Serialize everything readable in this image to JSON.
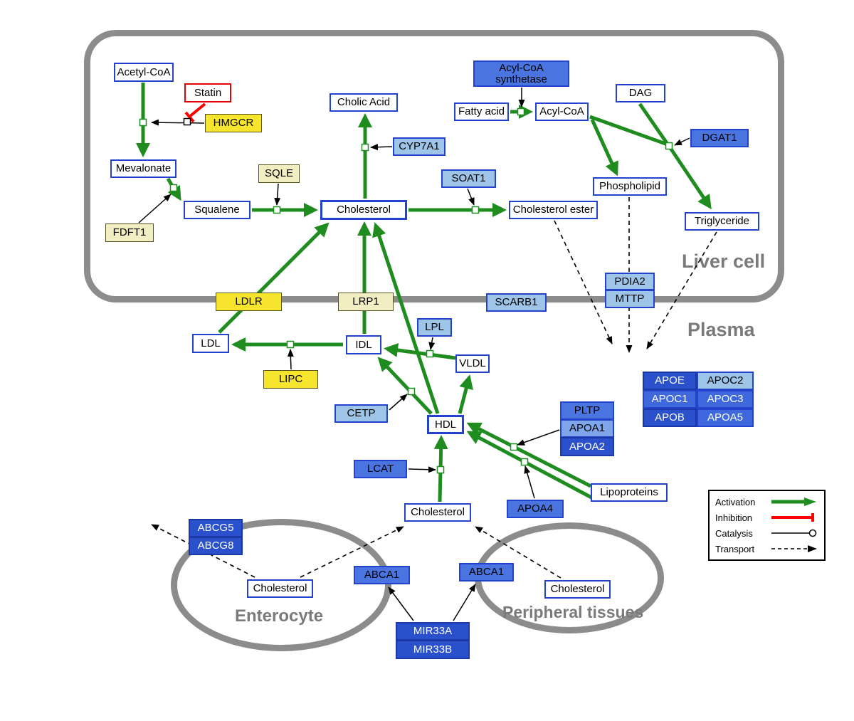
{
  "regions": {
    "liver_cell": "Liver cell",
    "plasma": "Plasma",
    "enterocyte": "Enterocyte",
    "peripheral_tissues": "Peripheral tissues"
  },
  "nodes": {
    "acetyl_coa": "Acetyl-CoA",
    "statin": "Statin",
    "hmgcr": "HMGCR",
    "mevalonate": "Mevalonate",
    "fdft1": "FDFT1",
    "squalene": "Squalene",
    "sqle": "SQLE",
    "cholesterol_liver": "Cholesterol",
    "cholic_acid": "Cholic Acid",
    "cyp7a1": "CYP7A1",
    "soat1": "SOAT1",
    "cholesterol_ester": "Cholesterol ester",
    "acyl_coa_synthetase": "Acyl-CoA synthetase",
    "fatty_acid": "Fatty acid",
    "acyl_coa": "Acyl-CoA",
    "dag": "DAG",
    "dgat1": "DGAT1",
    "phospholipid": "Phospholipid",
    "triglyceride": "Triglyceride",
    "pdia2": "PDIA2",
    "mttp": "MTTP",
    "ldlr": "LDLR",
    "lrp1": "LRP1",
    "scarb1": "SCARB1",
    "ldl": "LDL",
    "idl": "IDL",
    "lpl": "LPL",
    "vldl": "VLDL",
    "lipc": "LIPC",
    "cetp": "CETP",
    "hdl": "HDL",
    "lcat": "LCAT",
    "apoe": "APOE",
    "apoc2": "APOC2",
    "apoc1": "APOC1",
    "apoc3": "APOC3",
    "apob": "APOB",
    "apoa5": "APOA5",
    "pltp": "PLTP",
    "apoa1": "APOA1",
    "apoa2": "APOA2",
    "apoa4": "APOA4",
    "lipoproteins": "Lipoproteins",
    "cholesterol_plasma": "Cholesterol",
    "abcg5": "ABCG5",
    "abcg8": "ABCG8",
    "cholesterol_enterocyte": "Cholesterol",
    "abca1_left": "ABCA1",
    "abca1_right": "ABCA1",
    "cholesterol_peripheral": "Cholesterol",
    "mir33a": "MIR33A",
    "mir33b": "MIR33B"
  },
  "legend": {
    "activation": "Activation",
    "inhibition": "Inhibition",
    "catalysis": "Catalysis",
    "transport": "Transport"
  },
  "colors": {
    "activation_green": "#1E8C1E",
    "inhibition_red": "#FF0000",
    "membrane_gray": "#8C8C8C",
    "node_border_blue": "#2343CE",
    "enzyme_yellow": "#F6E52C",
    "enzyme_pale_yellow": "#F2EEC4",
    "protein_light_blue": "#9EC5E8",
    "protein_medium_blue": "#4A74E0",
    "protein_dark_blue": "#2A50CC"
  }
}
